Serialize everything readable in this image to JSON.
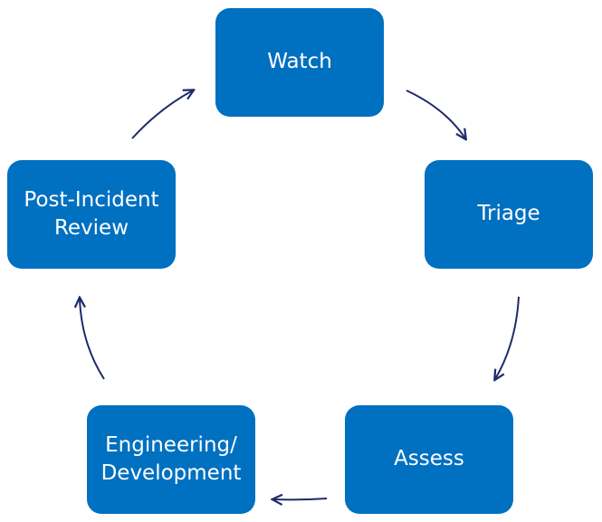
{
  "diagram": {
    "nodes": [
      {
        "id": "watch",
        "label": "Watch"
      },
      {
        "id": "triage",
        "label": "Triage"
      },
      {
        "id": "assess",
        "label": "Assess"
      },
      {
        "id": "engineering",
        "label": "Engineering/\nDevelopment"
      },
      {
        "id": "review",
        "label": "Post-Incident\nReview"
      }
    ],
    "edges": [
      {
        "from": "watch",
        "to": "triage"
      },
      {
        "from": "triage",
        "to": "assess"
      },
      {
        "from": "assess",
        "to": "engineering"
      },
      {
        "from": "engineering",
        "to": "review"
      },
      {
        "from": "review",
        "to": "watch"
      }
    ],
    "colors": {
      "node_fill": "#0070c0",
      "node_text": "#ffffff",
      "arrow": "#1f2a6b"
    }
  }
}
